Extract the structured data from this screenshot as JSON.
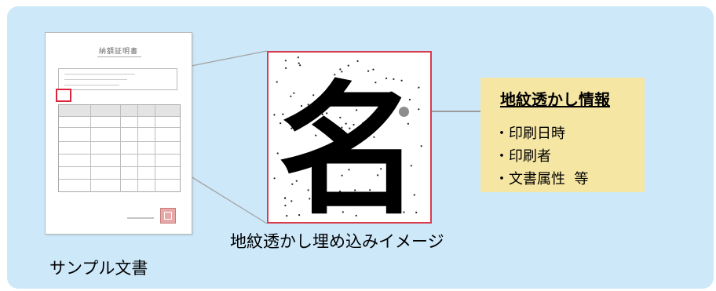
{
  "sample_document": {
    "title": "納額証明書",
    "caption": "サンプル文書"
  },
  "zoom_view": {
    "character": "名",
    "caption": "地紋透かし埋め込みイメージ"
  },
  "info_box": {
    "title": "地紋透かし情報",
    "items": [
      "・印刷日時",
      "・印刷者",
      "・文書属性  等"
    ]
  },
  "colors": {
    "panel_background": "#cde8f9",
    "info_background": "#f6e6a3",
    "highlight_border": "#d93a4c",
    "connector_line": "#9a9a9a"
  }
}
